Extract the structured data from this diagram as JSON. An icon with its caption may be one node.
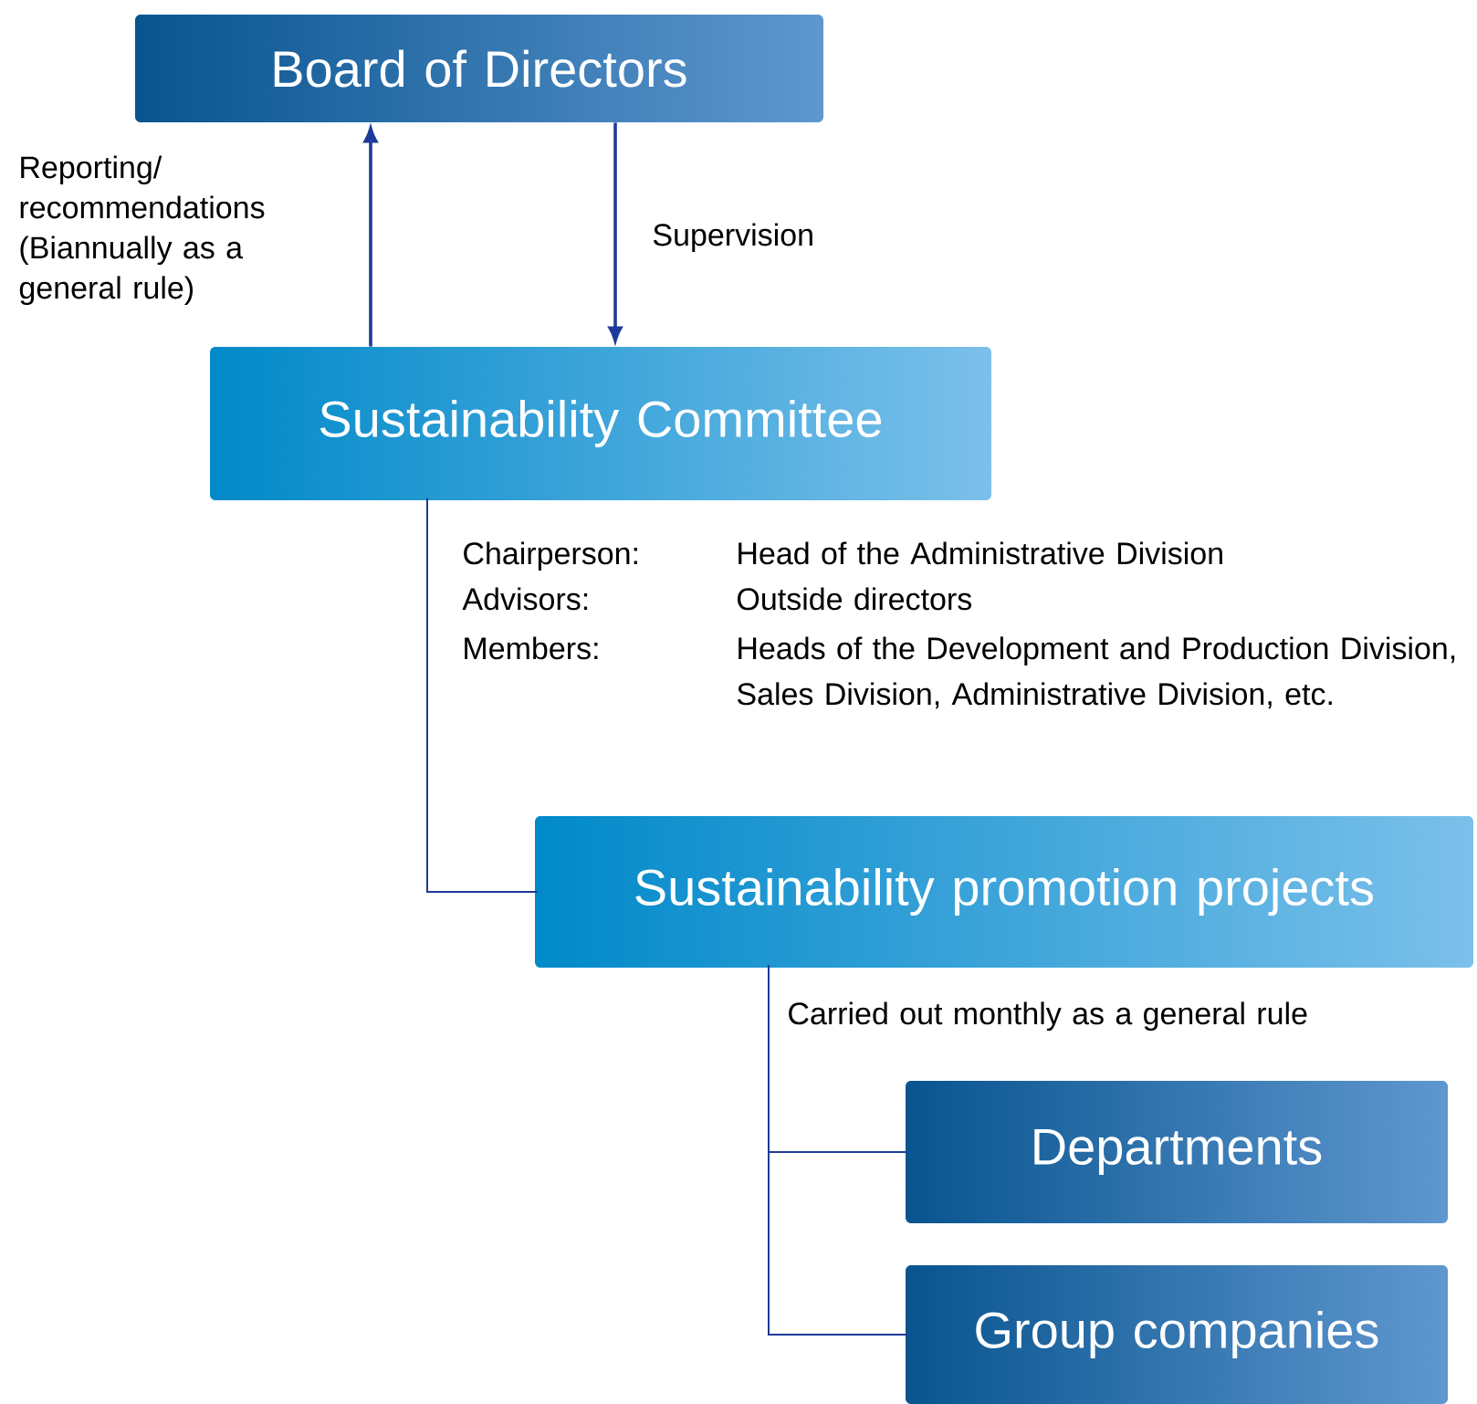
{
  "diagram": {
    "nodes": [
      {
        "text": [
          "Board of Directors"
        ]
      },
      {
        "text": [
          "Sustainability Committee"
        ]
      },
      {
        "text": [
          "Sustainability promotion projects"
        ]
      },
      {
        "text": [
          "Departments"
        ]
      },
      {
        "text": [
          "Group companies"
        ]
      }
    ],
    "edges": [
      {
        "from": 1,
        "to": 0,
        "arrow": "to",
        "label": "Reporting/ recommendations (Biannually as a general rule)"
      },
      {
        "from": 0,
        "to": 1,
        "arrow": "to",
        "label": "Supervision"
      },
      {
        "from": 1,
        "to": 2,
        "arrow": "none"
      },
      {
        "from": 2,
        "to": 3,
        "arrow": "none"
      },
      {
        "from": 2,
        "to": 4,
        "arrow": "none"
      }
    ],
    "labels": [
      "Chairperson:",
      "Head of the Administrative Division",
      "Advisors:",
      "Outside directors",
      "Members:",
      "Heads of the Development and Production Division, Sales Division, Administrative Division, etc.",
      "Carried out monthly as a general rule"
    ]
  }
}
